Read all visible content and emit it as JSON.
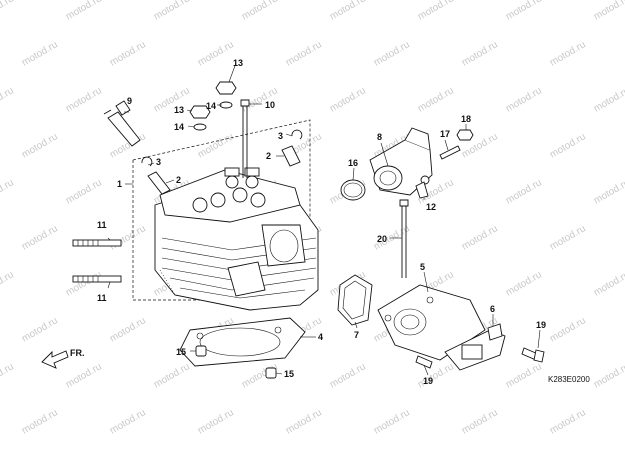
{
  "watermark": "motod.ru",
  "drawing_code": "K283E0200",
  "direction_label": "FR.",
  "callouts": {
    "c1": "1",
    "c2a": "2",
    "c2b": "2",
    "c3a": "3",
    "c3b": "3",
    "c4": "4",
    "c5": "5",
    "c6": "6",
    "c7": "7",
    "c8": "8",
    "c9": "9",
    "c10": "10",
    "c11a": "11",
    "c11b": "11",
    "c12": "12",
    "c13a": "13",
    "c13b": "13",
    "c14a": "14",
    "c14b": "14",
    "c15a": "15",
    "c15b": "15",
    "c16": "16",
    "c17": "17",
    "c18": "18",
    "c19a": "19",
    "c19b": "19",
    "c20": "20"
  }
}
